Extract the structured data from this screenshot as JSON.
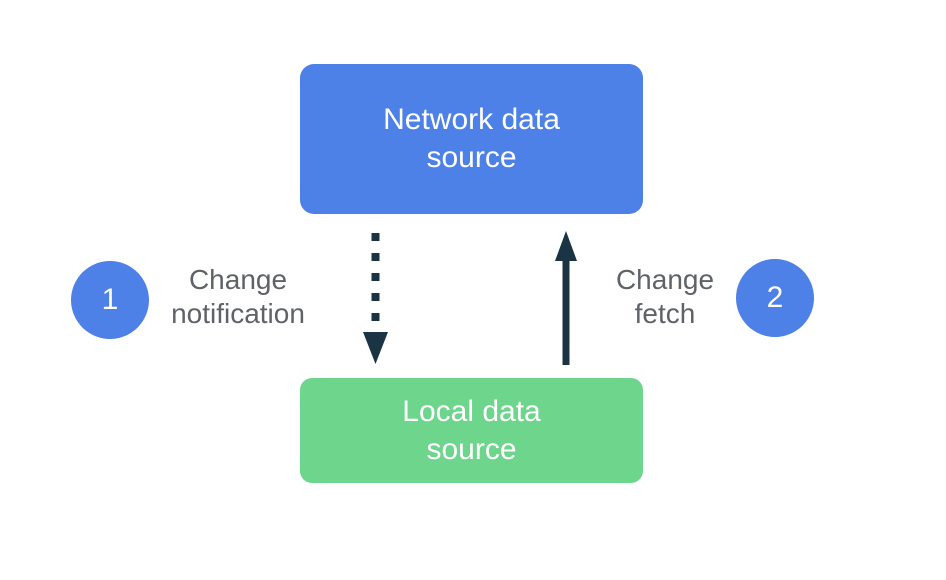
{
  "colors": {
    "background": "#ffffff",
    "box-blue": "#4D81E7",
    "box-green": "#6ED58C",
    "arrow-navy": "#1A3444",
    "label-gray": "#5F6368",
    "box-text-white": "#ffffff"
  },
  "diagram": {
    "network_box": {
      "line1": "Network data",
      "line2": "source"
    },
    "local_box": {
      "line1": "Local data",
      "line2": "source"
    },
    "step1": {
      "number": "1",
      "label_line1": "Change",
      "label_line2": "notification",
      "arrow_style": "dotted-down-arrow"
    },
    "step2": {
      "number": "2",
      "label_line1": "Change",
      "label_line2": "fetch",
      "arrow_style": "solid-up-arrow"
    }
  }
}
